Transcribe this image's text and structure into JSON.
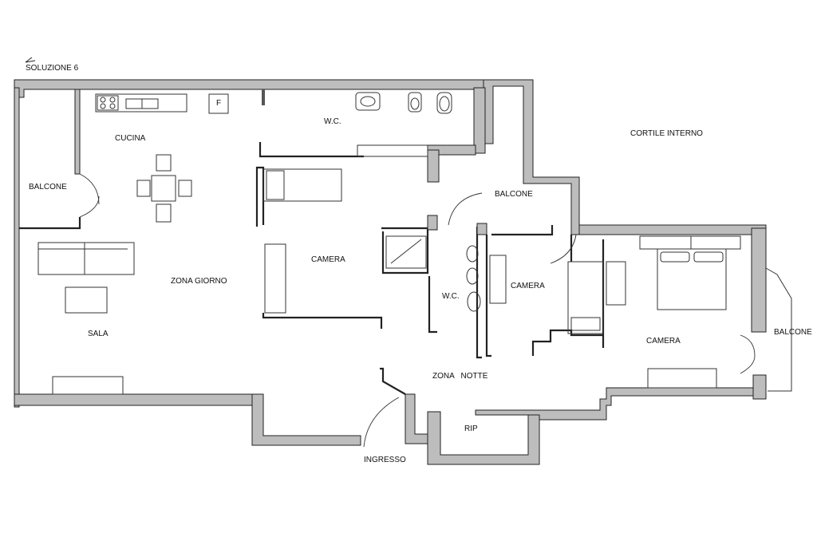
{
  "title": "SOLUZIONE 6",
  "labels": {
    "cucina": "CUCINA",
    "wc_top": "W.C.",
    "cortile": "CORTILE INTERNO",
    "balcone_left": "BALCONE",
    "balcone_mid": "BALCONE",
    "balcone_right": "BALCONE",
    "camera_1": "CAMERA",
    "camera_2": "CAMERA",
    "camera_3": "CAMERA",
    "zona_giorno": "ZONA GIORNO",
    "sala": "SALA",
    "wc_mid": "W.C.",
    "zona_notte": "ZONA   NOTTE",
    "rip": "RIP",
    "ingresso": "INGRESSO",
    "fridge": "F"
  }
}
